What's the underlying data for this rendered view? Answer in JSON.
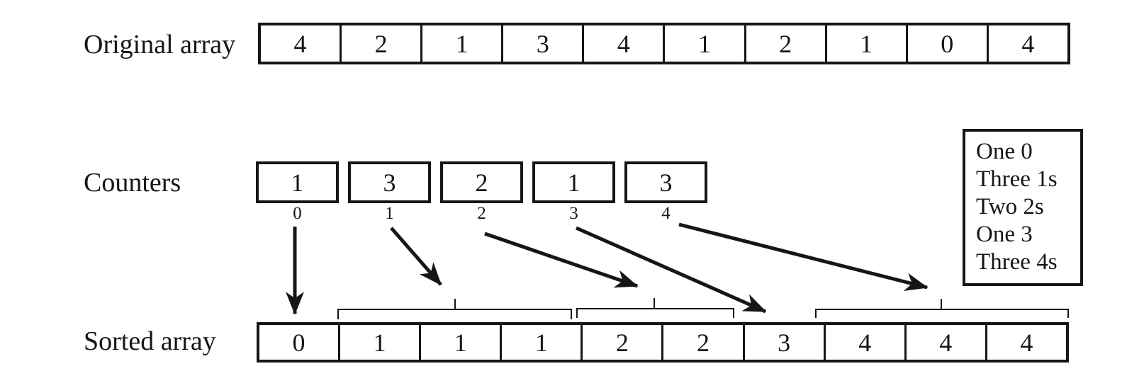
{
  "diagram": {
    "title": "counting-sort",
    "colors": {
      "ink": "#161616",
      "background": "#ffffff"
    },
    "original": {
      "label": "Original array",
      "values": [
        "4",
        "2",
        "1",
        "3",
        "4",
        "1",
        "2",
        "1",
        "0",
        "4"
      ]
    },
    "counters": {
      "label": "Counters",
      "values": [
        "1",
        "3",
        "2",
        "1",
        "3"
      ],
      "indices": [
        "0",
        "1",
        "2",
        "3",
        "4"
      ]
    },
    "sorted": {
      "label": "Sorted array",
      "values": [
        "0",
        "1",
        "1",
        "1",
        "2",
        "2",
        "3",
        "4",
        "4",
        "4"
      ]
    },
    "legend": {
      "lines": [
        "One 0",
        "Three 1s",
        "Two 2s",
        "One 3",
        "Three 4s"
      ]
    }
  }
}
